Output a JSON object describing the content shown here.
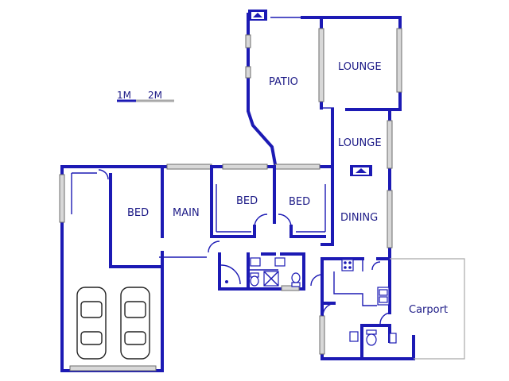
{
  "scale_bar": {
    "label_1": "1M",
    "label_2": "2M"
  },
  "rooms": {
    "patio": "PATIO",
    "lounge_upper": "LOUNGE",
    "lounge_lower": "LOUNGE",
    "bed_1": "BED",
    "main": "MAIN",
    "bed_2": "BED",
    "bed_3": "BED",
    "dining": "DINING",
    "carport": "Carport"
  },
  "colors": {
    "wall": "#1c1ab4",
    "label": "#1c1a86",
    "window": "#d8d8d8",
    "carport_outline": "#a9a9a9"
  },
  "icons": [
    "fireplace-icon",
    "car-icon",
    "toilet-icon",
    "basin-icon",
    "shower-icon",
    "stove-icon",
    "sink-icon"
  ]
}
